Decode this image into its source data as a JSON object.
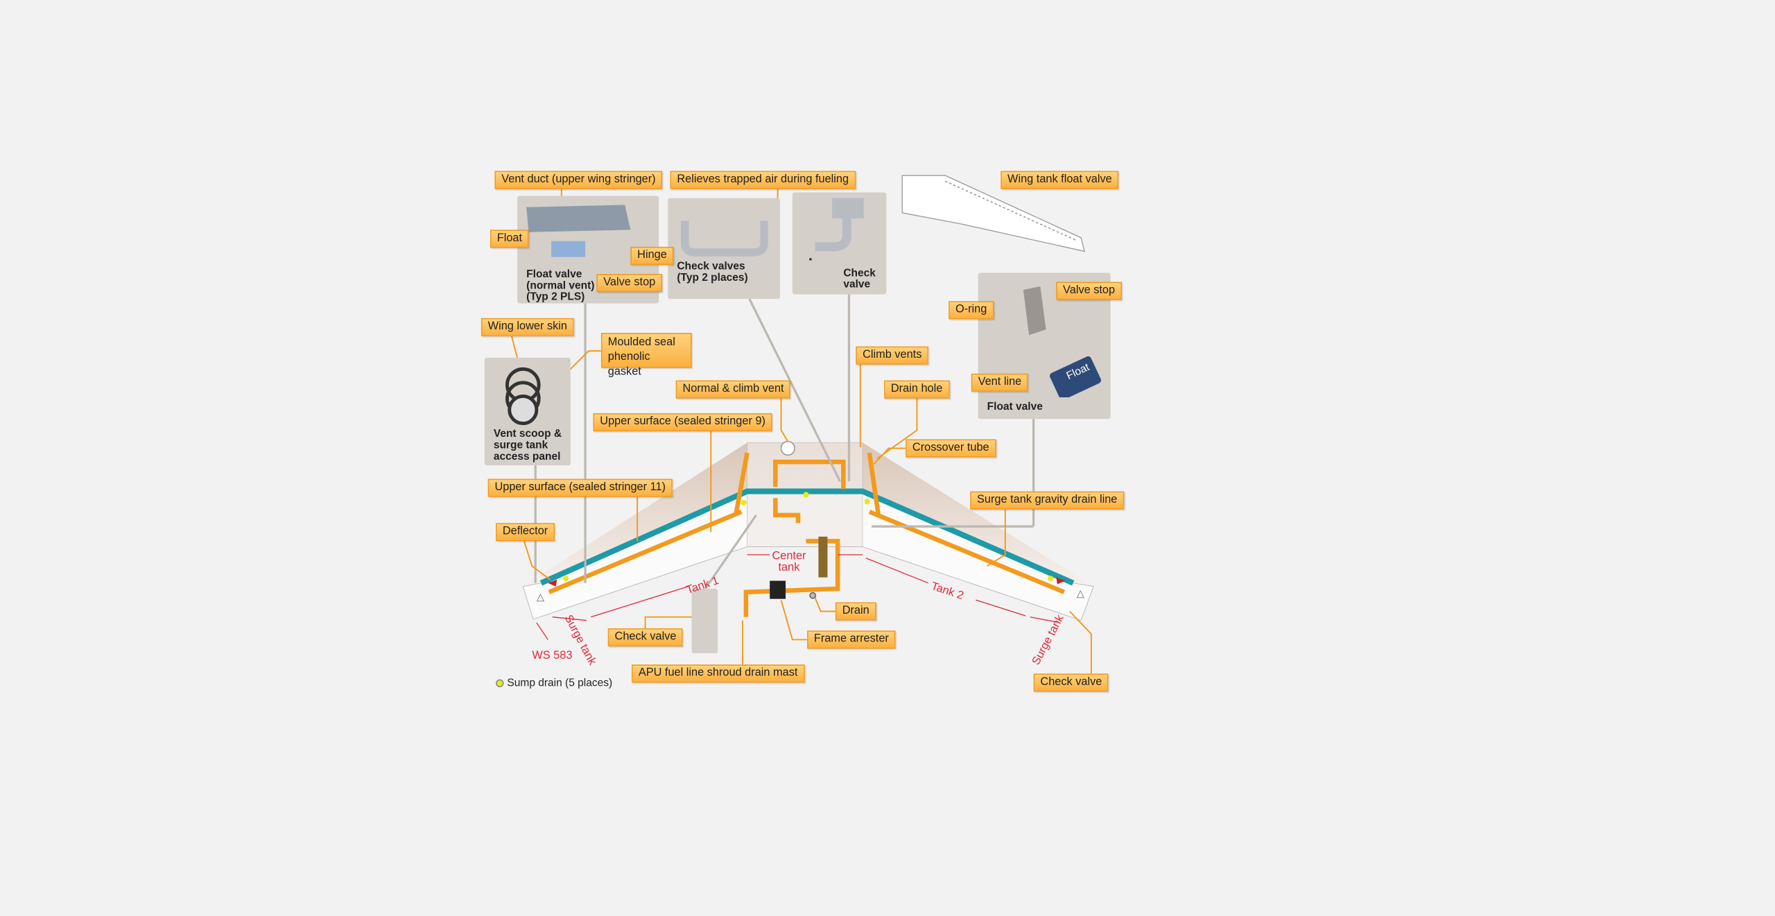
{
  "callouts": {
    "vent_duct": "Vent duct (upper wing stringer)",
    "relieves_air": "Relieves trapped air during fueling",
    "wing_tank_float_valve": "Wing tank float valve",
    "float": "Float",
    "hinge": "Hinge",
    "valve_stop_left": "Valve stop",
    "wing_lower_skin": "Wing lower skin",
    "moulded_seal": "Moulded seal phenolic gasket",
    "climb_vents": "Climb vents",
    "normal_climb_vent": "Normal & climb vent",
    "drain_hole": "Drain hole",
    "upper_surface_9": "Upper surface (sealed stringer 9)",
    "crossover_tube": "Crossover tube",
    "upper_surface_11": "Upper surface (sealed stringer 11)",
    "surge_drain_line": "Surge tank gravity drain line",
    "deflector": "Deflector",
    "drain": "Drain",
    "check_valve_left": "Check valve",
    "frame_arrester": "Frame arrester",
    "apu_drain_mast": "APU fuel line shroud drain mast",
    "check_valve_right": "Check valve",
    "o_ring": "O-ring",
    "valve_stop_right": "Valve stop",
    "vent_line": "Vent line"
  },
  "panels": {
    "float_valve_normal": "Float valve (normal vent) (Typ 2 PLS)",
    "check_valves": "Check valves (Typ 2 places)",
    "check_valve": "Check valve",
    "vent_scoop": "Vent scoop & surge tank access panel",
    "float_valve": "Float valve",
    "float_block": "Float"
  },
  "zones": {
    "center_tank": "Center tank",
    "tank1": "Tank 1",
    "tank2": "Tank 2",
    "surge_left": "Surge tank",
    "surge_right": "Surge tank",
    "ws": "WS 583"
  },
  "legend": {
    "sump_drain": "Sump drain (5 places)"
  },
  "colors": {
    "callout": "#fbb040",
    "vent_tube": "#1e9aa8",
    "fuel_line": "#f39a1e",
    "dimension": "#e0283a"
  }
}
